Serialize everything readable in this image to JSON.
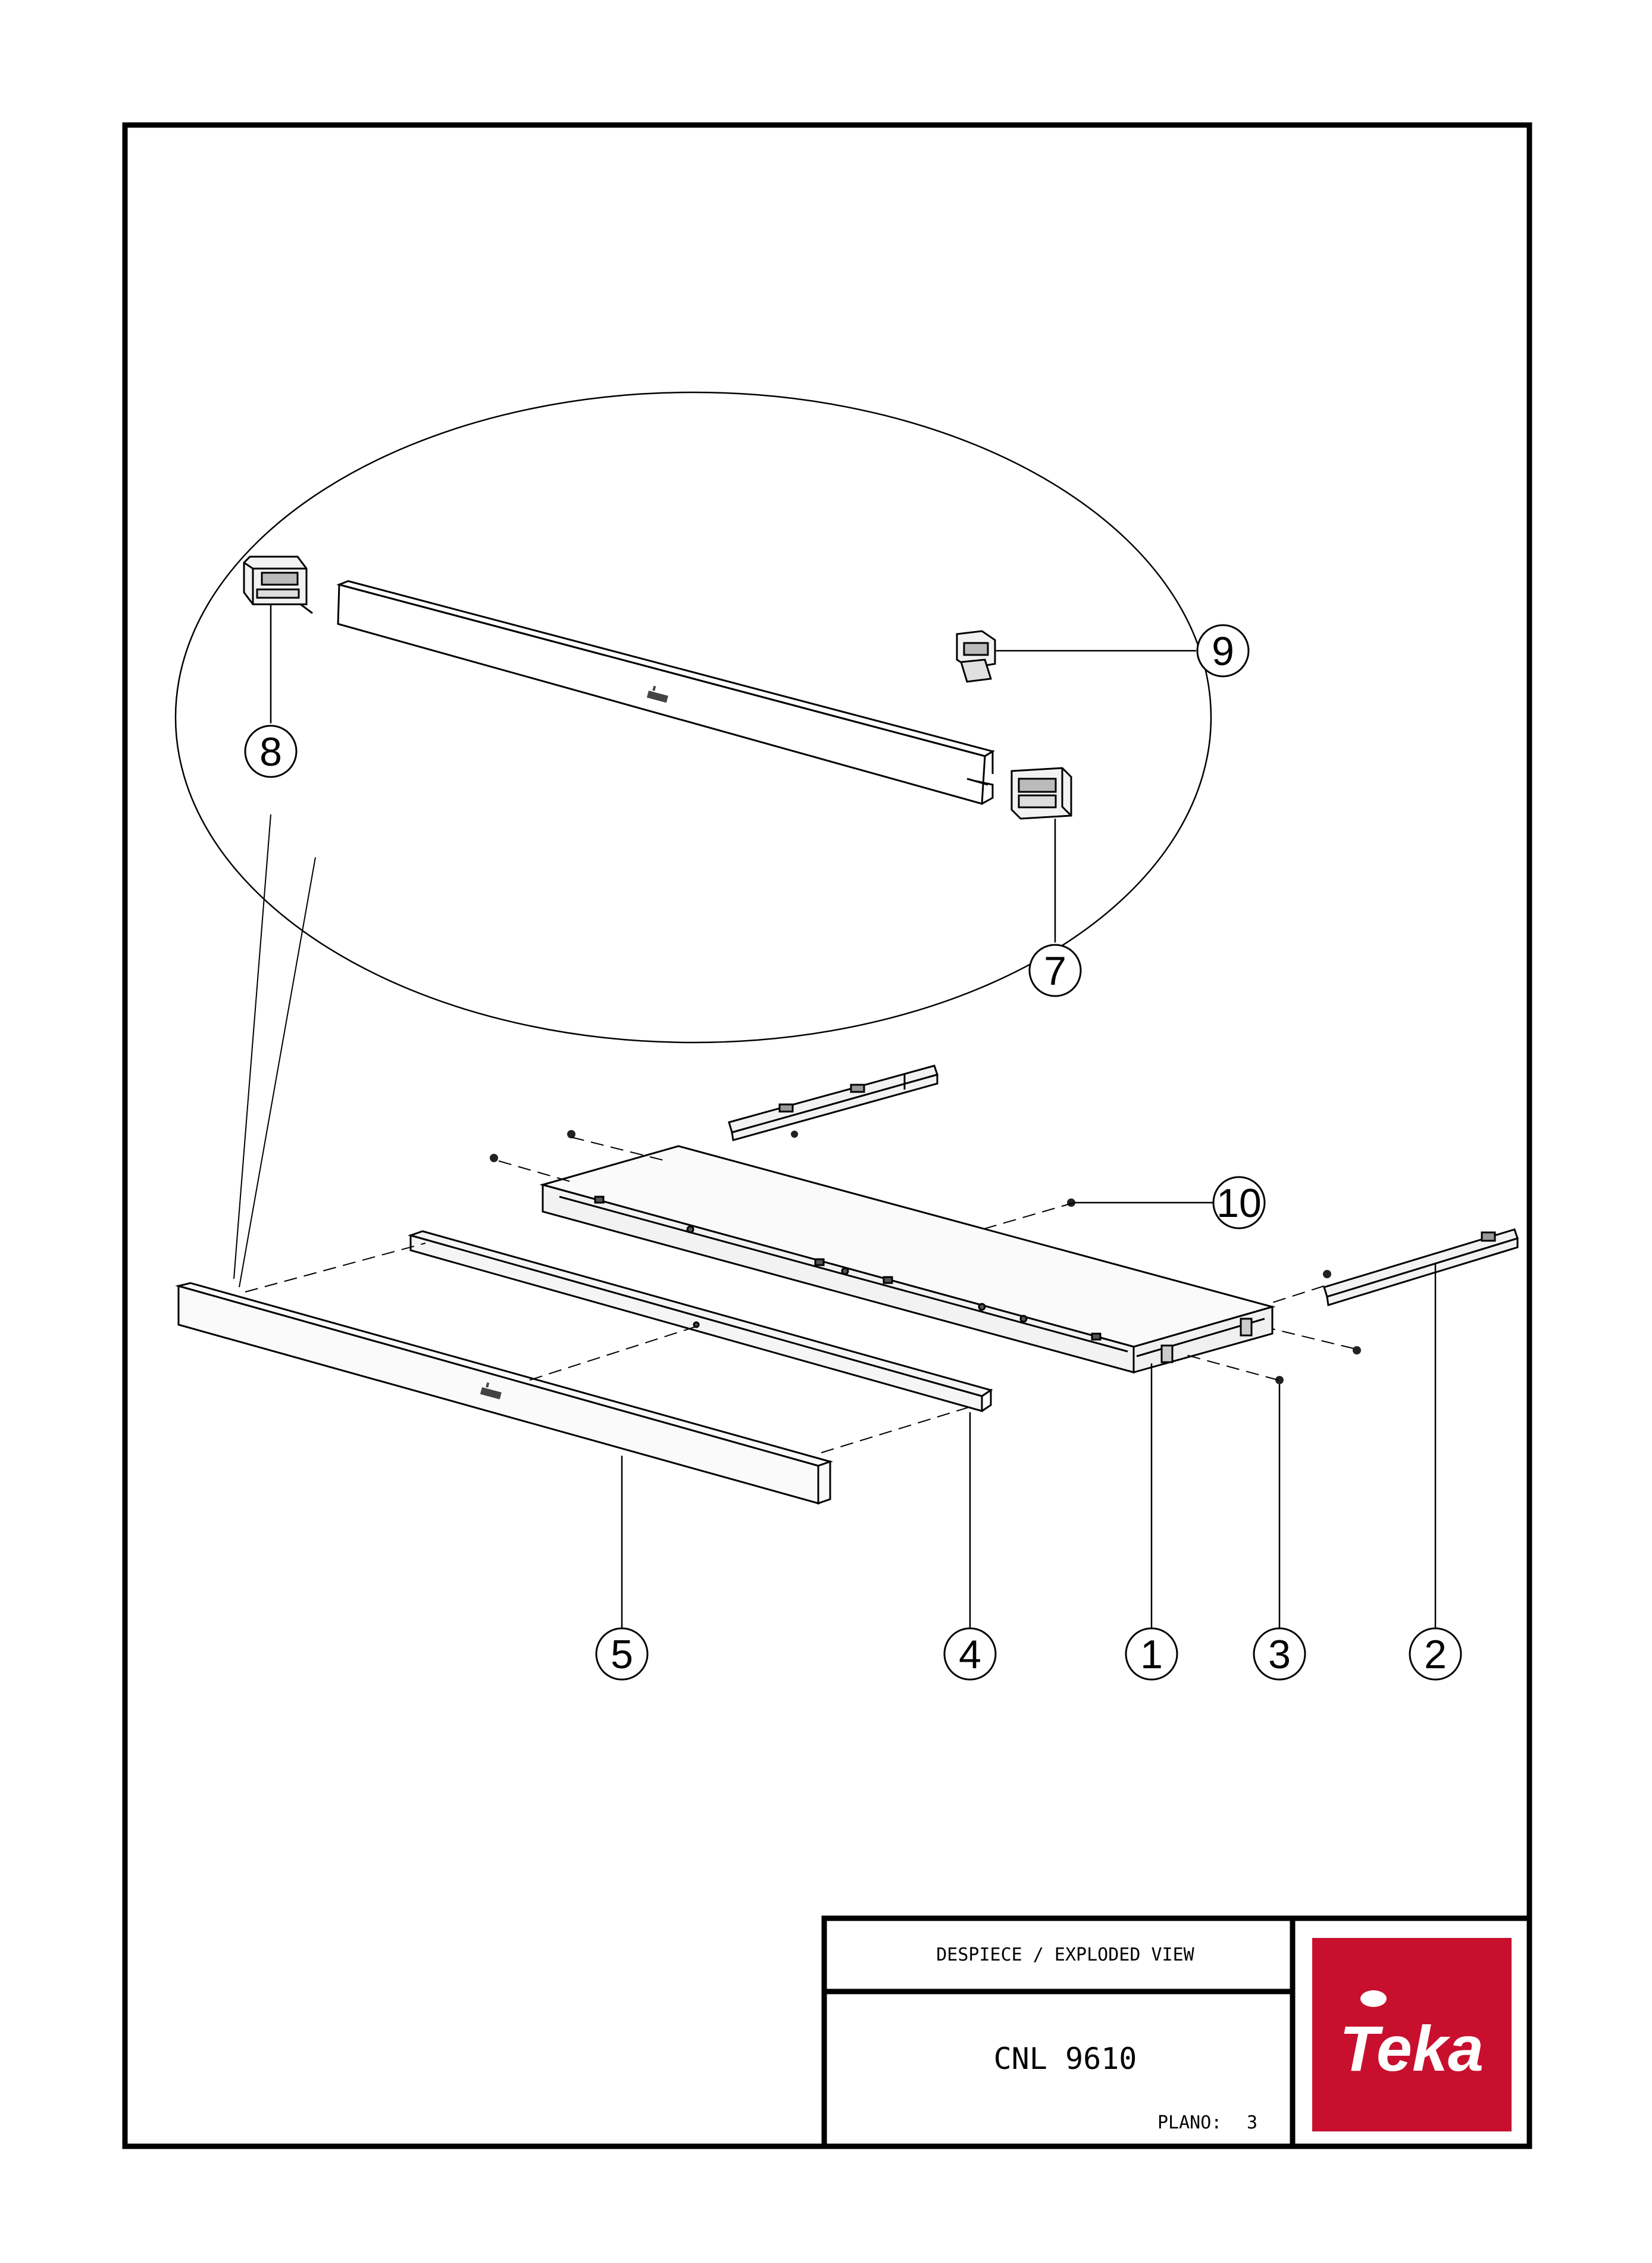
{
  "callouts": [
    "1",
    "2",
    "3",
    "4",
    "5",
    "7",
    "8",
    "9",
    "10"
  ],
  "title_block": {
    "heading": "DESPIECE / EXPLODED VIEW",
    "model": "CNL 9610",
    "plano_label": "PLANO:",
    "plano_number": "3"
  },
  "brand": {
    "logo": "teka-logo",
    "logo_text": "Teka",
    "brand_red": "#c8102e"
  }
}
